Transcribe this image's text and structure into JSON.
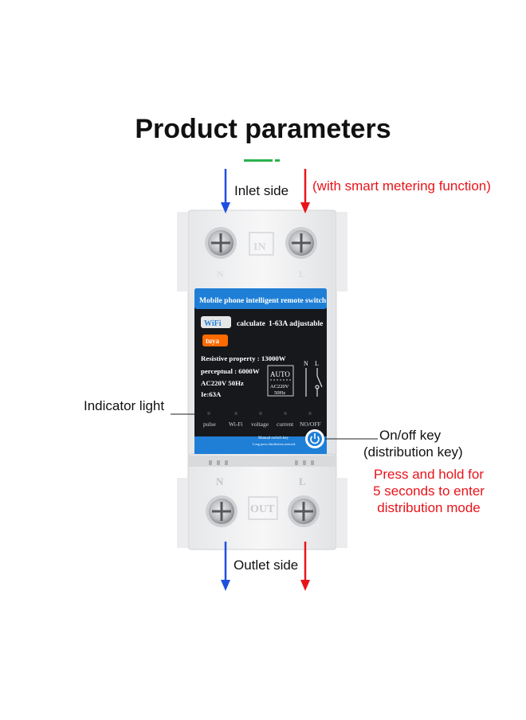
{
  "title": "Product parameters",
  "labels": {
    "inlet": "Inlet side",
    "metering": "(with smart metering function)",
    "indicator": "Indicator light",
    "onoff": "On/off key",
    "distribution": "(distribution key)",
    "note_line1": "Press and hold for",
    "note_line2": "5 seconds to enter",
    "note_line3": "distribution mode",
    "outlet": "Outlet side"
  },
  "device": {
    "in_mark": "IN",
    "out_mark": "OUT",
    "n_mark": "N",
    "l_mark": "L",
    "banner": "Mobile phone intelligent remote switch",
    "wifi_badge": "WiFi",
    "calculate": "calculate",
    "adjustable": "1-63A adjustable",
    "tuya_badge": "tuya",
    "resistive": "Resistive property : 13000W",
    "perceptual": "perceptual : 6000W",
    "ac": "AC220V  50Hz",
    "ie": "Ie:63A",
    "auto": "AUTO",
    "auto_sub1": "AC220V",
    "auto_sub2": "50Hz",
    "indicators": [
      "pulse",
      "Wi-Fi",
      "voltage",
      "current",
      "NO/OFF"
    ],
    "manual_key": "Manual switch key",
    "long_press": "Long press distribution network"
  },
  "colors": {
    "blue_arrow": "#1f4fe0",
    "red_arrow": "#e8141a",
    "banner": "#1f7fd6",
    "panel": "#16181b",
    "green_underline": "#2bb24c"
  }
}
